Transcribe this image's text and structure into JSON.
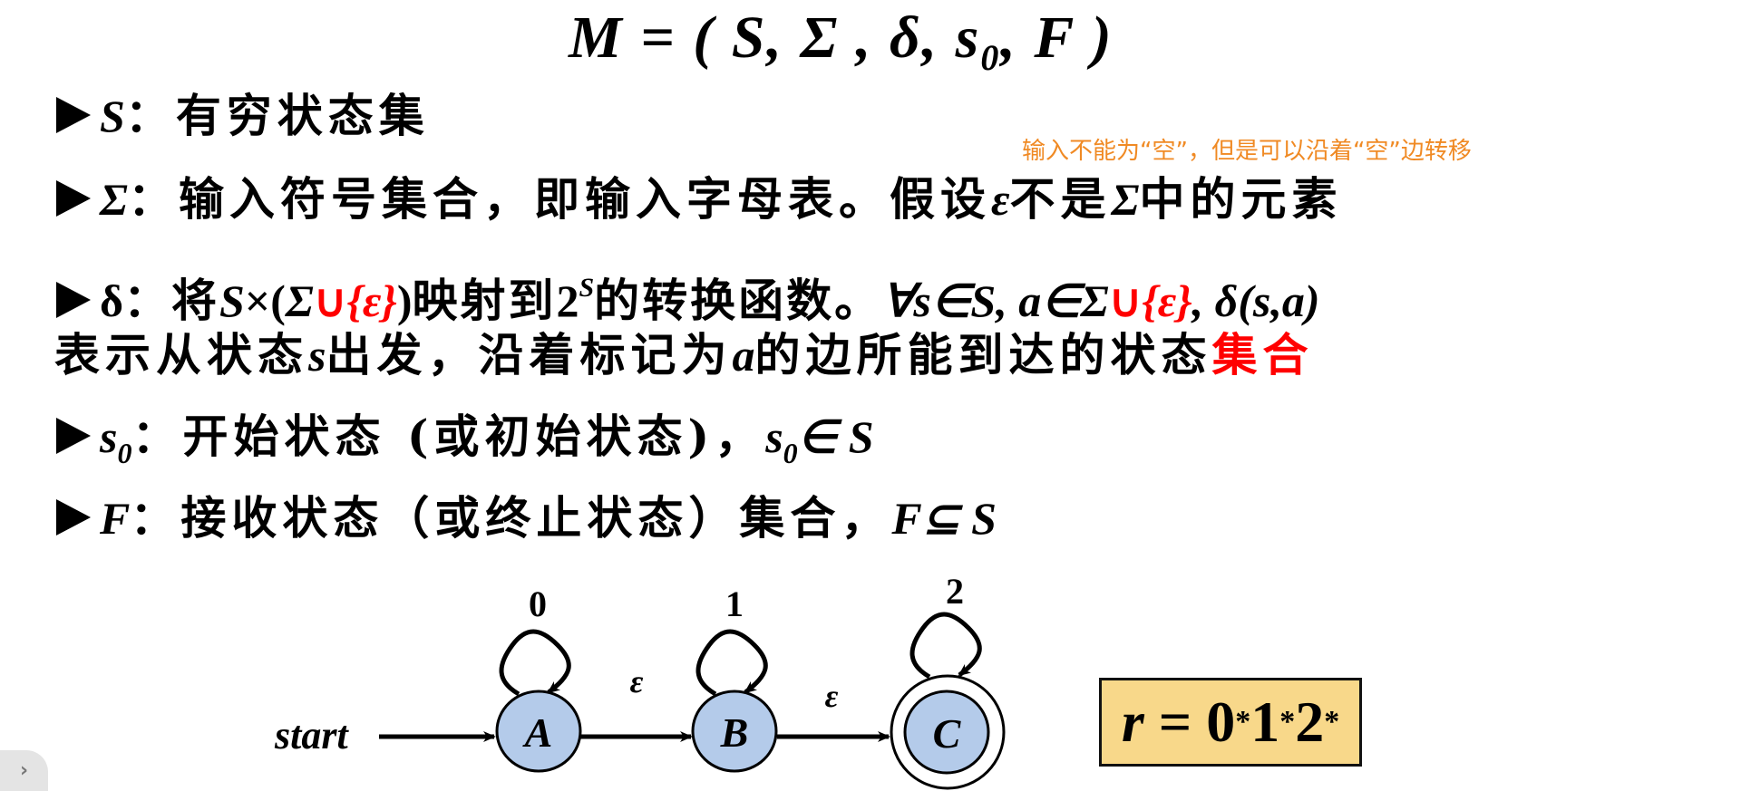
{
  "slide": {
    "title": {
      "prefix": "M = ( S,  Σ ,  δ,  s",
      "sub": "0",
      "suffix": ",  F )"
    },
    "note": "输入不能为“空”，但是可以沿着“空”边转移",
    "lines": {
      "S": {
        "symbol": "S",
        "colon": "：",
        "text": "有穷状态集"
      },
      "Sigma": {
        "symbol": "Σ",
        "colon": "：",
        "text1": "输入符号集合，即输入字母表。假设",
        "eps": "ε",
        "text2": "不是",
        "sigma2": "Σ",
        "text3": "中的元素"
      },
      "delta": {
        "symbol": "δ",
        "colon": "：",
        "t1": "将",
        "S": "S",
        "times": "×(",
        "sigma": "Σ",
        "union": "∪",
        "epsset": "{ε}",
        "close": ")",
        "t2": "映射到",
        "two": "2",
        "sup": "S",
        "t3": "的转换函数。",
        "forall": "∀s∈S, a∈Σ",
        "union2": "∪",
        "epsset2": "{ε}",
        "tail": ", δ(s,a)",
        "line2a": "表示从状态",
        "s": "s",
        "line2b": "出发，沿着标记为",
        "a": "a",
        "line2c": "的边所能到达的状态",
        "line2red": "集合"
      },
      "s0": {
        "symbol": "s",
        "sub": "0",
        "colon": "：",
        "text": "开始状态 (或初始状态)，",
        "tailsym": "s",
        "tailsub": "0",
        "tail": "∈ S"
      },
      "F": {
        "symbol": "F",
        "colon": "：",
        "text": "接收状态（或终止状态）集合，",
        "tail": "F⊆ S"
      }
    },
    "diagram": {
      "start_label": "start",
      "states": [
        {
          "name": "A",
          "loop_label": "0",
          "accepting": false
        },
        {
          "name": "B",
          "loop_label": "1",
          "accepting": false
        },
        {
          "name": "C",
          "loop_label": "2",
          "accepting": true
        }
      ],
      "edges": [
        {
          "from": "A",
          "to": "B",
          "label": "ε"
        },
        {
          "from": "B",
          "to": "C",
          "label": "ε"
        }
      ],
      "state_fill": "#B4CBEA"
    },
    "regex_box": {
      "r": "r",
      "eq": " = ",
      "d0": "0",
      "d1": "1",
      "d2": "2",
      "star": "*",
      "fill": "#F8D88A"
    },
    "nav": {
      "chevron": "›"
    }
  }
}
